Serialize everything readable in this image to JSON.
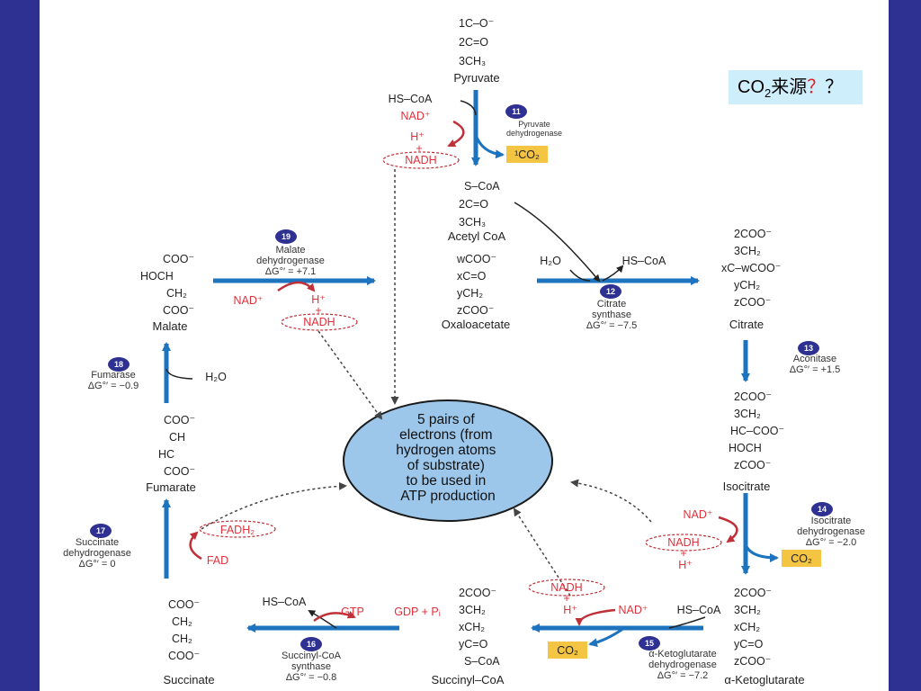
{
  "slide": {
    "callout": {
      "prefix": "CO",
      "sub": "2",
      "main": "来源",
      "q1": "？",
      "q2": "？"
    }
  },
  "colors": {
    "arrow_blue": "#1e73be",
    "red": "#e0303a",
    "highlight": "#f4c542",
    "center": "#9cc7ea",
    "badge": "#2e3192"
  },
  "diagram": {
    "center_text": [
      "5 pairs of",
      "electrons (from",
      "hydrogen atoms",
      "of substrate)",
      "to be used in",
      "ATP production"
    ],
    "compounds": {
      "pyruvate": "Pyruvate",
      "acetyl_coa": "Acetyl CoA",
      "oxaloacetate": "Oxaloacetate",
      "citrate": "Citrate",
      "isocitrate": "Isocitrate",
      "akg": "α-Ketoglutarate",
      "succinyl_coa": "Succinyl–CoA",
      "succinate": "Succinate",
      "fumarate": "Fumarate",
      "malate": "Malate"
    },
    "structures": {
      "pyruvate": [
        "1C–O⁻",
        "2C=O",
        "3CH₃"
      ],
      "acetyl_coa": [
        "S–CoA",
        "2C=O",
        "3CH₃"
      ],
      "oxaloacetate": [
        "wCOO⁻",
        "xC=O",
        "yCH₂",
        "zCOO⁻"
      ],
      "citrate": [
        "2COO⁻",
        "3CH₂",
        "xC–wCOO⁻",
        "yCH₂",
        "zCOO⁻"
      ],
      "isocitrate": [
        "2COO⁻",
        "3CH₂",
        "HC–COO⁻",
        "HOCH",
        "zCOO⁻"
      ],
      "akg": [
        "2COO⁻",
        "3CH₂",
        "xCH₂",
        "yC=O",
        "zCOO⁻"
      ],
      "succinyl_coa": [
        "2COO⁻",
        "3CH₂",
        "xCH₂",
        "yC=O",
        "S–CoA"
      ],
      "succinate": [
        "COO⁻",
        "CH₂",
        "CH₂",
        "COO⁻"
      ],
      "fumarate": [
        "COO⁻",
        "CH",
        "HC",
        "COO⁻"
      ],
      "malate": [
        "COO⁻",
        "HOCH",
        "CH₂",
        "COO⁻"
      ]
    },
    "enzymes": [
      {
        "num": "11",
        "lines": [
          "Pyruvate",
          "dehydrogenase"
        ],
        "dg": ""
      },
      {
        "num": "12",
        "lines": [
          "Citrate",
          "synthase"
        ],
        "dg": "ΔG°′ = −7.5"
      },
      {
        "num": "13",
        "lines": [
          "Aconitase"
        ],
        "dg": "ΔG°′ = +1.5"
      },
      {
        "num": "14",
        "lines": [
          "Isocitrate",
          "dehydrogenase"
        ],
        "dg": "ΔG°′ = −2.0"
      },
      {
        "num": "15",
        "lines": [
          "α-Ketoglutarate",
          "dehydrogenase"
        ],
        "dg": "ΔG°′ = −7.2"
      },
      {
        "num": "16",
        "lines": [
          "Succinyl-CoA",
          "synthase"
        ],
        "dg": "ΔG°′ = −0.8"
      },
      {
        "num": "17",
        "lines": [
          "Succinate",
          "dehydrogenase"
        ],
        "dg": "ΔG°′ = 0"
      },
      {
        "num": "18",
        "lines": [
          "Fumarase"
        ],
        "dg": "ΔG°′ = −0.9"
      },
      {
        "num": "19",
        "lines": [
          "Malate",
          "dehydrogenase"
        ],
        "dg": "ΔG°′ = +7.1"
      }
    ],
    "cofactors": {
      "hs_coa": "HS–CoA",
      "nad": "NAD⁺",
      "h": "H⁺",
      "plus": "+",
      "nadh": "NADH",
      "co2": "CO₂",
      "co2_1": "¹CO₂",
      "h2o": "H₂O",
      "gtp": "GTP",
      "gdp_pi": "GDP + Pᵢ",
      "fad": "FAD",
      "fadh2": "FADH₂"
    }
  }
}
